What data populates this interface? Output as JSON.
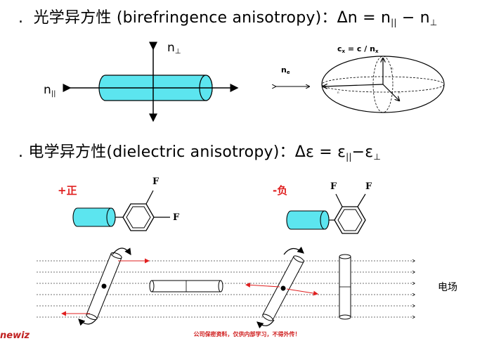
{
  "section1": {
    "bullet": ".",
    "title_cn": "光学异方性",
    "title_en": "(birefringence anisotropy)",
    "colon": "：",
    "formula": "Δn = n",
    "sub_parallel": "||",
    "minus": " − n",
    "sub_perp": "⊥"
  },
  "diagram1": {
    "label_n_perp": "n",
    "label_n_perp_sub": "⊥",
    "label_n_par": "n",
    "label_n_par_sub": "||",
    "label_ne": "n",
    "label_ne_sub": "e",
    "formula_cx": "c",
    "formula_cx_sub": "x",
    "formula_rest": " = c / n",
    "formula_rest_sub": "x"
  },
  "section2": {
    "bullet": ".",
    "title_cn": "电学异方性",
    "title_en": "(dielectric anisotropy)",
    "colon": "：",
    "formula": "Δε = ε",
    "sub_parallel": "||",
    "minus": "−ε",
    "sub_perp": "⊥"
  },
  "diagram2": {
    "positive_label": "+正",
    "negative_label": "-负",
    "atom_f": "F",
    "field_label": "电场"
  },
  "footer": {
    "notice": "公司保密资料，仅供内部学习，不得外传！",
    "logo": "newiz"
  },
  "colors": {
    "cyan": "#5ce5ef",
    "red": "#e02020"
  }
}
